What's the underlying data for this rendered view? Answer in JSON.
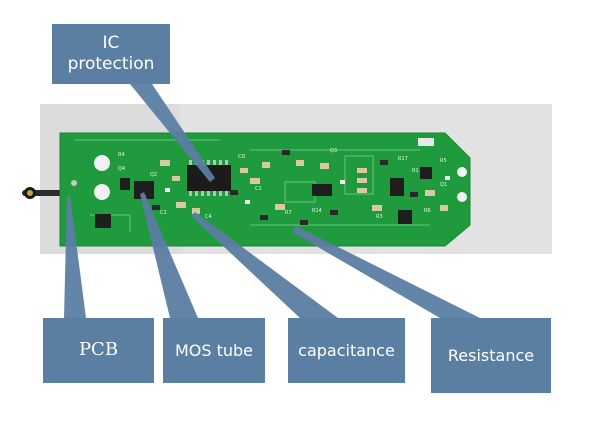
{
  "colors": {
    "callout_fill": "#5b7ea3",
    "pcb_green": "#1f9a3c",
    "background_panel": "#d9d9d9"
  },
  "labels": {
    "ic_protection": "IC\nprotection",
    "pcb": "PCB",
    "mos_tube": "MOS tube",
    "capacitance": "capacitance",
    "resistance": "Resistance"
  },
  "board": {
    "markings": [
      "R4",
      "Q4",
      "Q2",
      "C1",
      "C4",
      "CD",
      "C1",
      "Q3",
      "R17",
      "R1",
      "R5",
      "R6",
      "R7",
      "R14",
      "R3",
      "Q1"
    ]
  }
}
